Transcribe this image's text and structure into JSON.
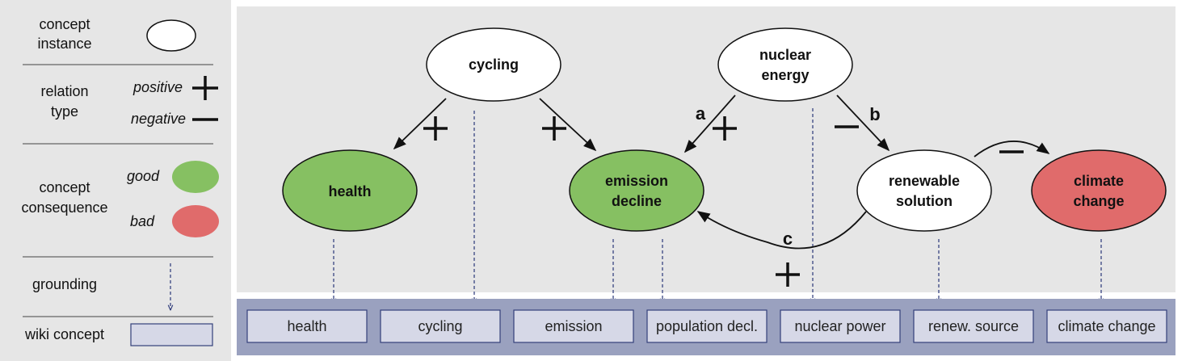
{
  "legend": {
    "concept_instance": [
      "concept",
      "instance"
    ],
    "relation_type": [
      "relation",
      "type"
    ],
    "positive": "positive",
    "negative": "negative",
    "concept_consequence": [
      "concept",
      "consequence"
    ],
    "good": "good",
    "bad": "bad",
    "grounding": "grounding",
    "wiki_concept": "wiki concept"
  },
  "colors": {
    "good": "#86c062",
    "bad": "#e06b6b",
    "neutral": "#ffffff",
    "panel": "#e6e6e6",
    "wiki_band": "#9aa1bf",
    "wiki_box": "#d6d8e7",
    "wiki_border": "#33407a"
  },
  "nodes": {
    "cycling": {
      "lines": [
        "cycling"
      ],
      "consequence": "neutral"
    },
    "nuclear": {
      "lines": [
        "nuclear",
        "energy"
      ],
      "consequence": "neutral"
    },
    "health": {
      "lines": [
        "health"
      ],
      "consequence": "good"
    },
    "emission": {
      "lines": [
        "emission",
        "decline"
      ],
      "consequence": "good"
    },
    "renewable": {
      "lines": [
        "renewable",
        "solution"
      ],
      "consequence": "neutral"
    },
    "climate": {
      "lines": [
        "climate",
        "change"
      ],
      "consequence": "bad"
    }
  },
  "relations": [
    {
      "from": "cycling",
      "to": "health",
      "type": "positive"
    },
    {
      "from": "cycling",
      "to": "emission",
      "type": "positive"
    },
    {
      "from": "nuclear",
      "to": "emission",
      "type": "positive",
      "label": "a"
    },
    {
      "from": "nuclear",
      "to": "renewable",
      "type": "negative",
      "label": "b"
    },
    {
      "from": "renewable",
      "to": "emission",
      "type": "positive",
      "label": "c"
    },
    {
      "from": "renewable",
      "to": "climate",
      "type": "negative"
    }
  ],
  "wiki_concepts": [
    "health",
    "cycling",
    "emission",
    "population decl.",
    "nuclear power",
    "renew. source",
    "climate change"
  ],
  "groundings": [
    {
      "node": "health",
      "wiki": "health"
    },
    {
      "node": "cycling",
      "wiki": "cycling"
    },
    {
      "node": "emission",
      "wiki": "emission"
    },
    {
      "node": "emission",
      "wiki": "population decl."
    },
    {
      "node": "nuclear",
      "wiki": "nuclear power"
    },
    {
      "node": "renewable",
      "wiki": "renew. source"
    },
    {
      "node": "climate",
      "wiki": "climate change"
    }
  ]
}
